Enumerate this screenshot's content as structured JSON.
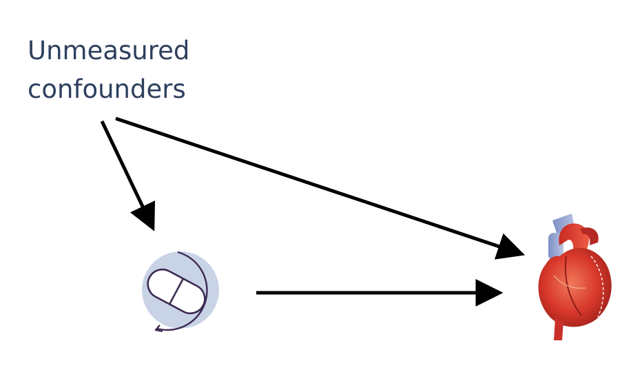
{
  "diagram": {
    "nodes": {
      "confounders": {
        "line1": "Unmeasured",
        "line2": "confounders"
      },
      "treatment": {
        "icon": "pill-cycle-icon"
      },
      "outcome": {
        "icon": "heart-icon"
      }
    },
    "edges": [
      {
        "from": "confounders",
        "to": "treatment"
      },
      {
        "from": "confounders",
        "to": "outcome"
      },
      {
        "from": "treatment",
        "to": "outcome"
      }
    ],
    "colors": {
      "label": "#2e3f5e",
      "arrow": "#000000",
      "pill_stroke": "#3b2a52",
      "pill_circle": "#c9d3e6",
      "heart": "#d8382b"
    }
  }
}
